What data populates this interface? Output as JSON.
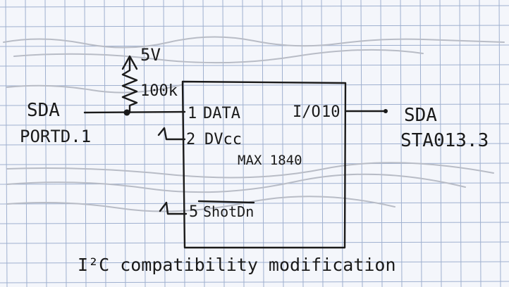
{
  "colors": {
    "paper": "#f4f6fb",
    "grid": "#9fb0cf",
    "ink": "#1a1a1a",
    "faint_ink": "#b8bcc6"
  },
  "supply": {
    "voltage": "5V",
    "resistor": "100k"
  },
  "left_signal": {
    "name": "SDA",
    "port": "PORTD.1"
  },
  "right_signal": {
    "name": "SDA",
    "port": "STA013.3"
  },
  "chip": {
    "part": "MAX 1840",
    "pins": [
      {
        "number": "1",
        "label": "DATA"
      },
      {
        "number": "2",
        "label": "DVcc"
      },
      {
        "number": "5",
        "label": "ShotDn"
      }
    ],
    "io_pin": {
      "label": "I/O",
      "number": "10"
    }
  },
  "caption": "I²C compatibility modification"
}
